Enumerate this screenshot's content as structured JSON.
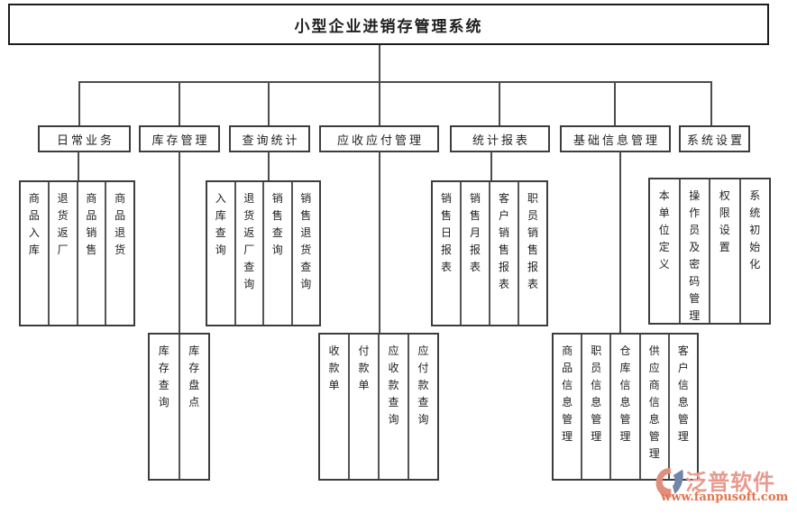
{
  "title": "小型企业进销存管理系统",
  "branches": [
    {
      "label": "日常业务",
      "children_position": "upper",
      "children": [
        "商品入库",
        "退货返厂",
        "商品销售",
        "商品退货"
      ]
    },
    {
      "label": "库存管理",
      "children_position": "lower",
      "children": [
        "库存查询",
        "库存盘点"
      ]
    },
    {
      "label": "查询统计",
      "children_position": "upper",
      "children": [
        "入库查询",
        "退货返厂查询",
        "销售查询",
        "销售退货查询"
      ]
    },
    {
      "label": "应收应付管理",
      "children_position": "lower",
      "children": [
        "收款单",
        "付款单",
        "应收款查询",
        "应付款查询"
      ]
    },
    {
      "label": "统计报表",
      "children_position": "upper",
      "children": [
        "销售日报表",
        "销售月报表",
        "客户销售报表",
        "职员销售报表"
      ]
    },
    {
      "label": "基础信息管理",
      "children_position": "lower",
      "children": [
        "商品信息管理",
        "职员信息管理",
        "仓库信息管理",
        "供应商信息管理",
        "客户信息管理"
      ]
    },
    {
      "label": "系统设置",
      "children_position": "upper",
      "children": [
        "本单位定义",
        "操作员及密码管理",
        "权限设置",
        "系统初始化"
      ]
    }
  ],
  "watermark": {
    "brand": "泛普软件",
    "url": "www.fanpusoft.com",
    "logo_icon": "fanpu-swoosh-logo",
    "brand_color": "#e99a8e",
    "url_color": "#e2734d",
    "logo_coral": "#e08f7e",
    "logo_blue": "#7186a8"
  },
  "colors": {
    "background": "#ffffff",
    "line": "#4c4c4c",
    "box_border": "#3d3d3d",
    "text": "#1f1f1f"
  }
}
